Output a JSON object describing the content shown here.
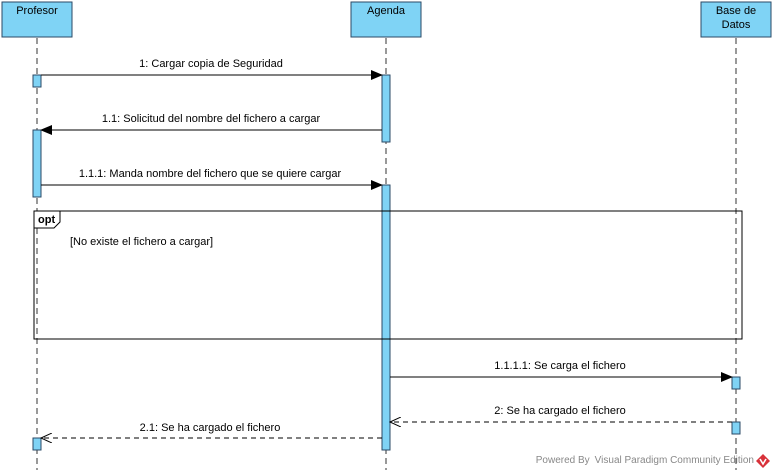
{
  "lifelines": {
    "profesor": "Profesor",
    "agenda": "Agenda",
    "db_line1": "Base de",
    "db_line2": "Datos"
  },
  "messages": {
    "m1": "1: Cargar copia de Seguridad",
    "m2": "1.1: Solicitud del nombre del fichero a cargar",
    "m3": "1.1.1: Manda nombre del fichero que se quiere cargar",
    "m4": "1.1.1.1: Se carga el fichero",
    "m5": "2: Se ha cargado el fichero",
    "m6": "2.1: Se ha cargado el fichero"
  },
  "fragment": {
    "operator": "opt",
    "guard": "[No existe el fichero a cargar]"
  },
  "watermark": "Powered By Visual Paradigm Community Edition",
  "colors": {
    "lifeline_fill": "#7fd3f5",
    "lifeline_stroke": "#2b4a66",
    "logo_red": "#d8313a"
  }
}
